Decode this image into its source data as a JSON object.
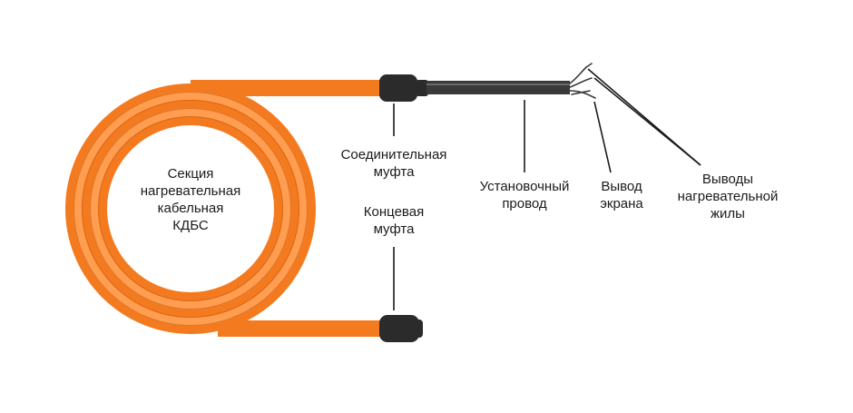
{
  "colors": {
    "cable": "#f47a20",
    "cable_dark": "#c85a0c",
    "cable_light": "#ff9d50",
    "coupling": "#2b2b2b",
    "lead_wire": "#3a3a3a",
    "leader_line": "#1a1a1a",
    "background": "#ffffff"
  },
  "labels": {
    "section": [
      "Секция",
      "нагревательная",
      "кабельная",
      "КДБС"
    ],
    "connecting_coupling": [
      "Соединительная",
      "муфта"
    ],
    "end_coupling": [
      "Концевая",
      "муфта"
    ],
    "installation_wire": [
      "Установочный",
      "провод"
    ],
    "screen_lead": [
      "Вывод",
      "экрана"
    ],
    "core_leads": [
      "Выводы",
      "нагревательной",
      "жилы"
    ]
  }
}
